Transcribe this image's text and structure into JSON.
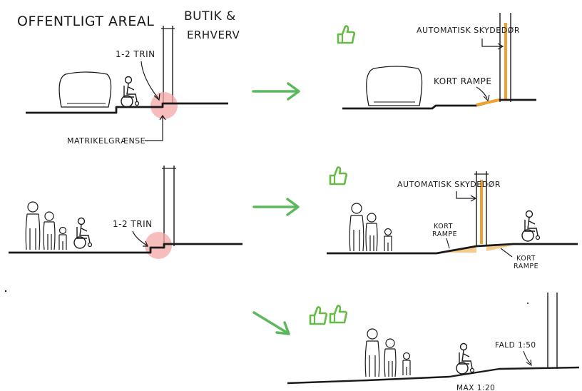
{
  "labels": {
    "public_area": "OFFENTLIGT AREAL",
    "shop_line1": "BUTIK &",
    "shop_line2": "ERHVERV",
    "steps_top": "1-2 TRIN",
    "property_line": "MATRIKELGRÆNSE",
    "steps_mid": "1-2 TRIN",
    "auto_door_top": "AUTOMATISK SKYDEDØR",
    "short_ramp_top": "KORT RAMPE",
    "auto_door_mid": "AUTOMATISK SKYDEDØR",
    "short_ramp_left_1": "KORT",
    "short_ramp_left_2": "RAMPE",
    "short_ramp_right_1": "KORT",
    "short_ramp_right_2": "RAMPE",
    "slope_right": "FALD 1:50",
    "slope_max": "MAX 1:20"
  },
  "colors": {
    "ink": "#1a1a1a",
    "arrow_green": "#5cb85c",
    "thumb_green": "#66bb44",
    "door_orange": "#f0a030",
    "ramp_fill": "#f7c98a",
    "highlight_pink": "#f4a6a6"
  },
  "icons": [
    "thumbs-up-icon",
    "arrow-right-icon",
    "wheelchair-user-icon",
    "pedestrian-icon",
    "car-icon"
  ]
}
